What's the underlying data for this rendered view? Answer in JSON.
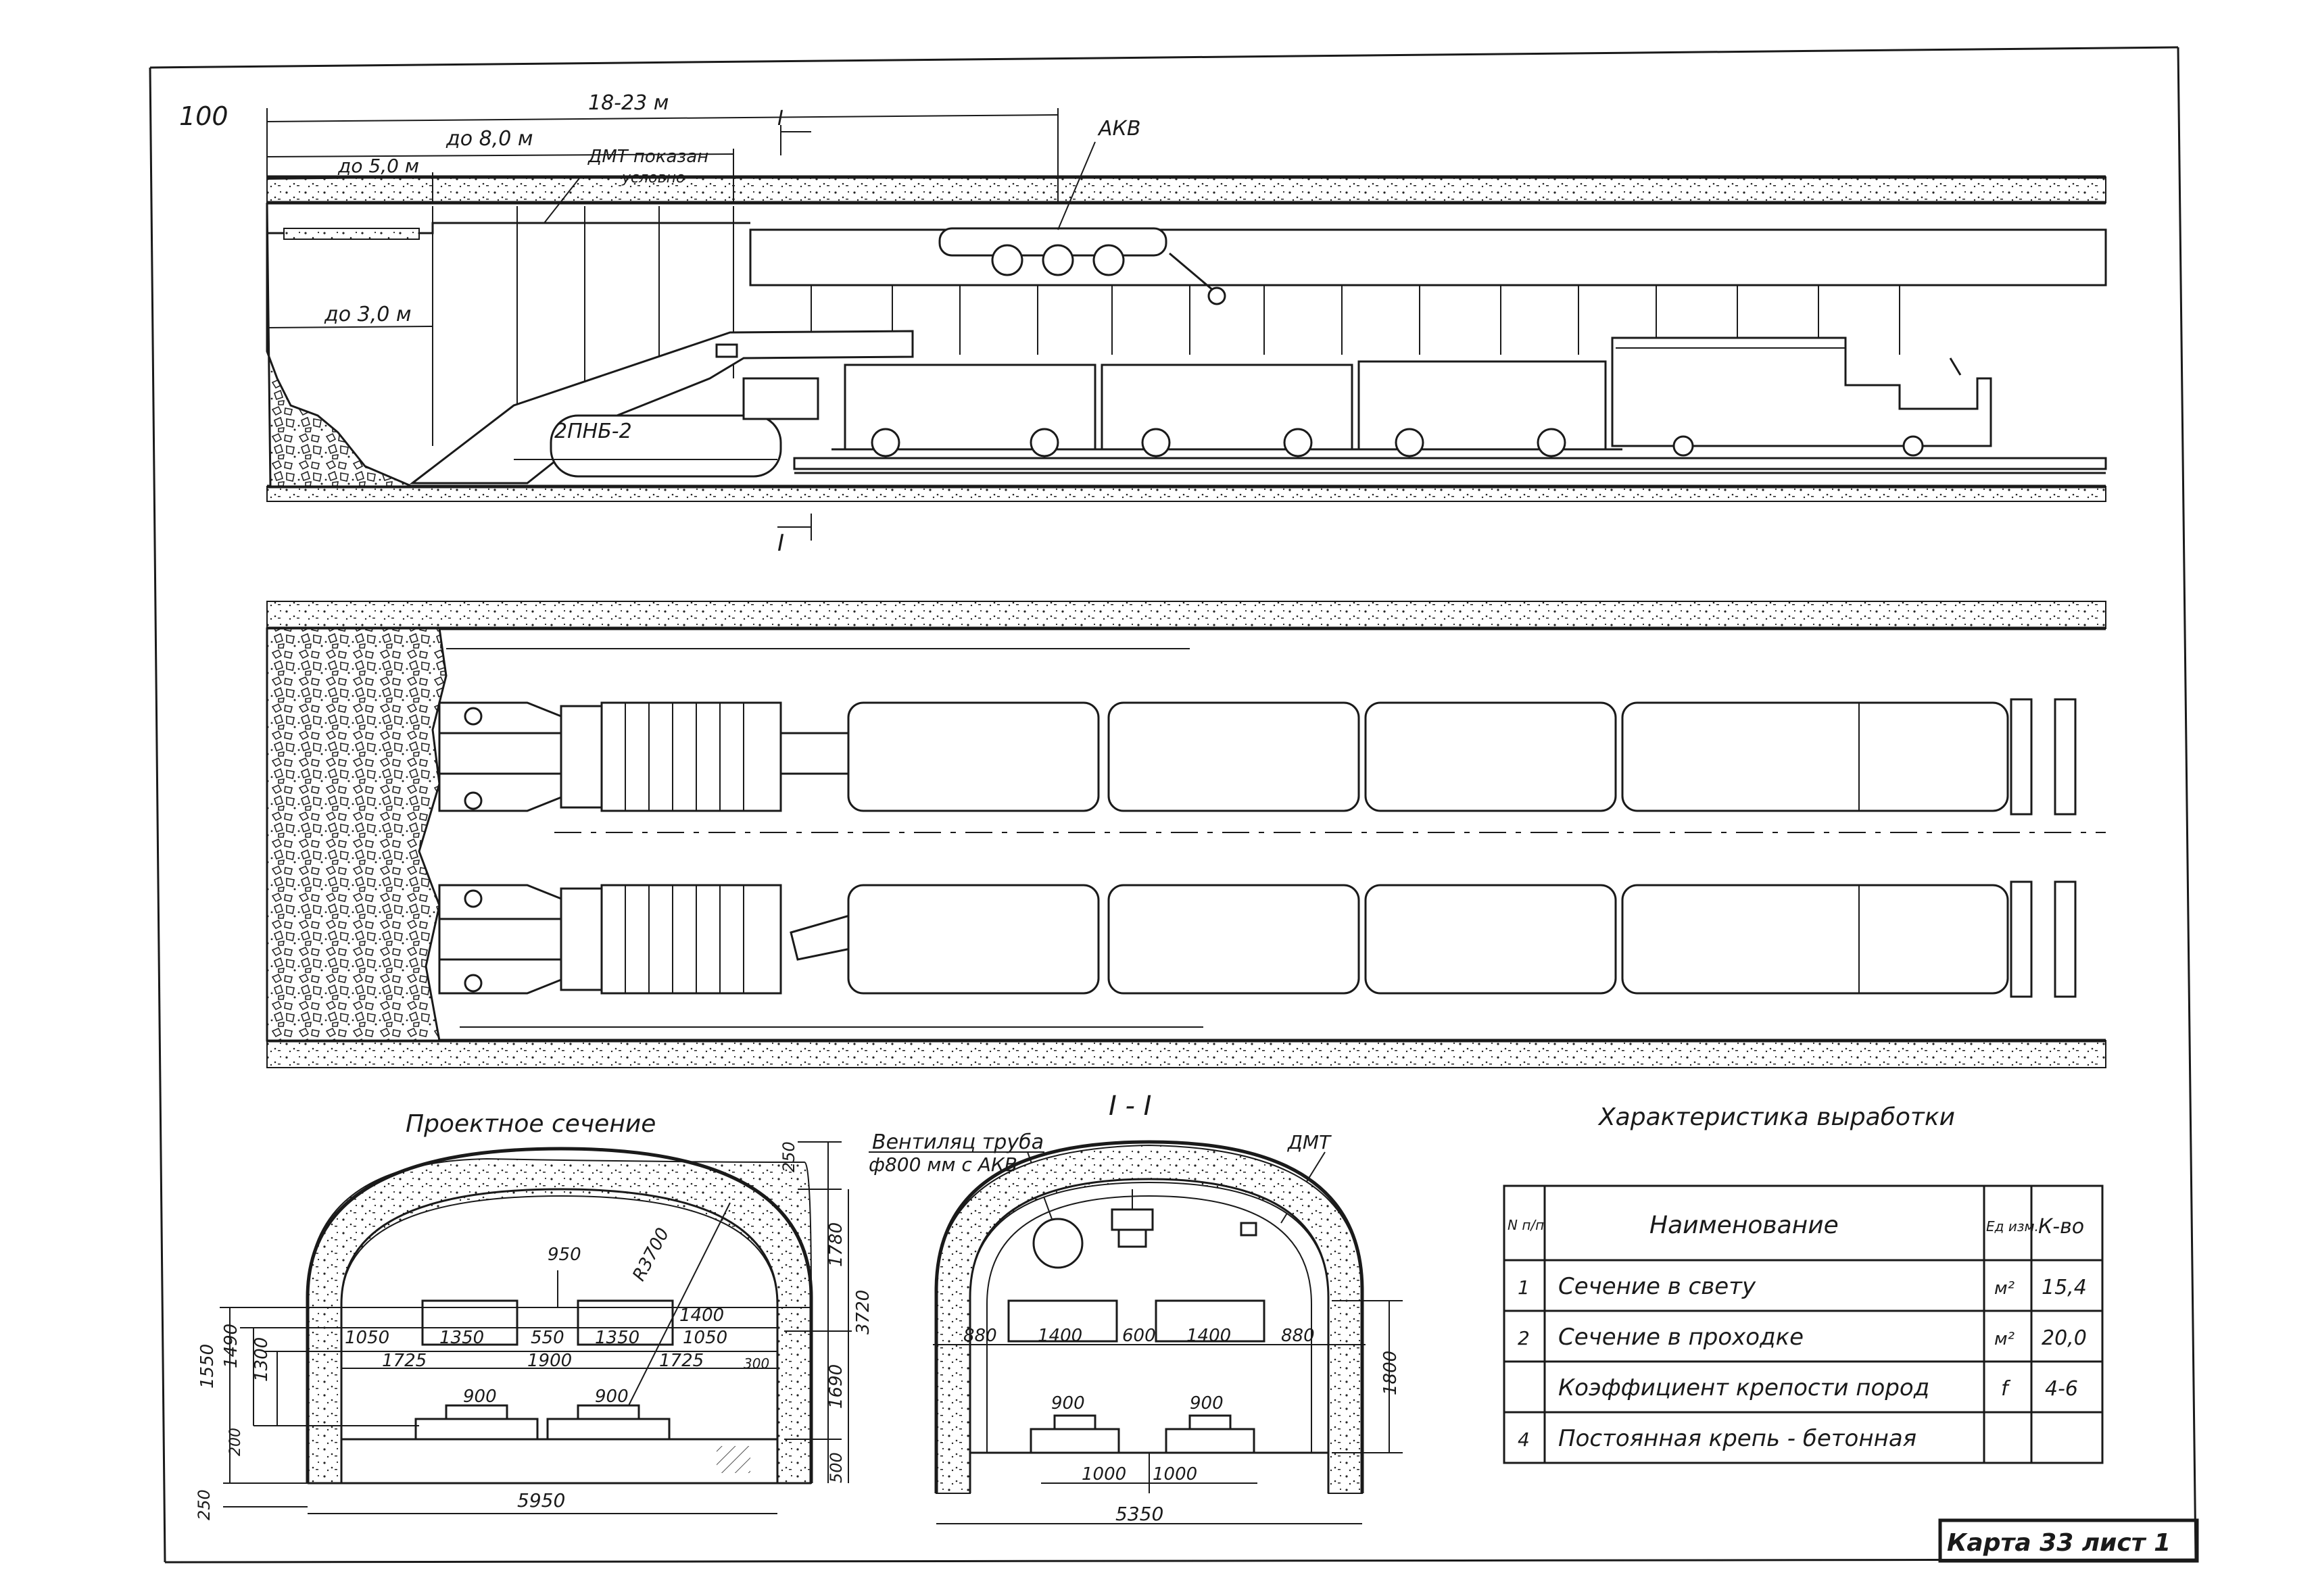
{
  "sheet": {
    "page_number": "100",
    "sheet_label": "Карта 33 лист 1"
  },
  "elevation": {
    "dim_total": "18-23 м",
    "dim_8": "до 8,0 м",
    "dim_5": "до 5,0 м",
    "dim_3": "до 3,0 м",
    "note_dmt": "ДМТ показан",
    "note_dmt_2": "условно",
    "label_akv": "АКВ",
    "label_machine": "2ПНБ-2",
    "section_mark": "I"
  },
  "design_section": {
    "title": "Проектное сечение",
    "dims": {
      "top": "250",
      "upper": "1780",
      "total_h": "3720",
      "lower": "1690",
      "base": "500",
      "bottom": "250",
      "left_1550": "1550",
      "left_1490": "1490",
      "left_1300": "1300",
      "left_200": "200",
      "radius": "R3700",
      "w950": "950",
      "w1050a": "1050",
      "w1350a": "1350",
      "w550": "550",
      "w1350b": "1350",
      "w1400": "1400",
      "w1050b": "1050",
      "w1725a": "1725",
      "w1900": "1900",
      "w1725b": "1725",
      "w300": "300",
      "w900a": "900",
      "w900b": "900",
      "width": "5950"
    }
  },
  "section_I": {
    "title": "I - I",
    "label_vent": "Вентиляц труба",
    "label_vent_2": "ф800 мм с АКВ",
    "label_dmt": "ДМТ",
    "dims": {
      "w880a": "880",
      "w1400a": "1400",
      "w600": "600",
      "w1400b": "1400",
      "w880b": "880",
      "h1800": "1800",
      "w900a": "900",
      "w900b": "900",
      "w1000a": "1000",
      "w1000b": "1000",
      "width": "5350"
    }
  },
  "characteristics": {
    "title": "Характеристика выработки",
    "headers": {
      "num": "N п/п",
      "name": "Наименование",
      "unit": "Ед изм.",
      "qty": "К-во"
    },
    "rows": [
      {
        "num": "1",
        "name": "Сечение в свету",
        "unit": "м²",
        "qty": "15,4"
      },
      {
        "num": "2",
        "name": "Сечение в проходке",
        "unit": "м²",
        "qty": "20,0"
      },
      {
        "num": "",
        "name": "Коэффициент крепости пород",
        "unit": "f",
        "qty": "4-6"
      },
      {
        "num": "4",
        "name": "Постоянная крепь - бетонная",
        "unit": "",
        "qty": ""
      }
    ]
  }
}
